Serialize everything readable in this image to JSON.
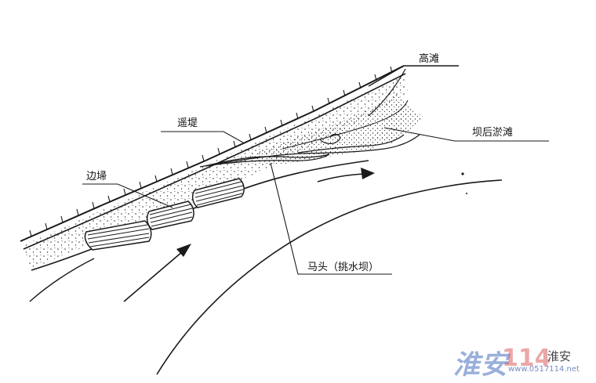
{
  "labels": {
    "high_beach": "高滩",
    "levee": "遥堤",
    "silt_beach": "坝后淤滩",
    "bank_revetment": "边埽",
    "spur_dike": "马头（挑水坝）"
  },
  "watermark": {
    "logo_text": "淮安",
    "logo_number": "114",
    "name": "淮安",
    "url": "www.0517114.net"
  },
  "colors": {
    "ink": "#1a1a1a",
    "watermark_blue": "#466ebe",
    "watermark_red": "#d23c3c"
  }
}
